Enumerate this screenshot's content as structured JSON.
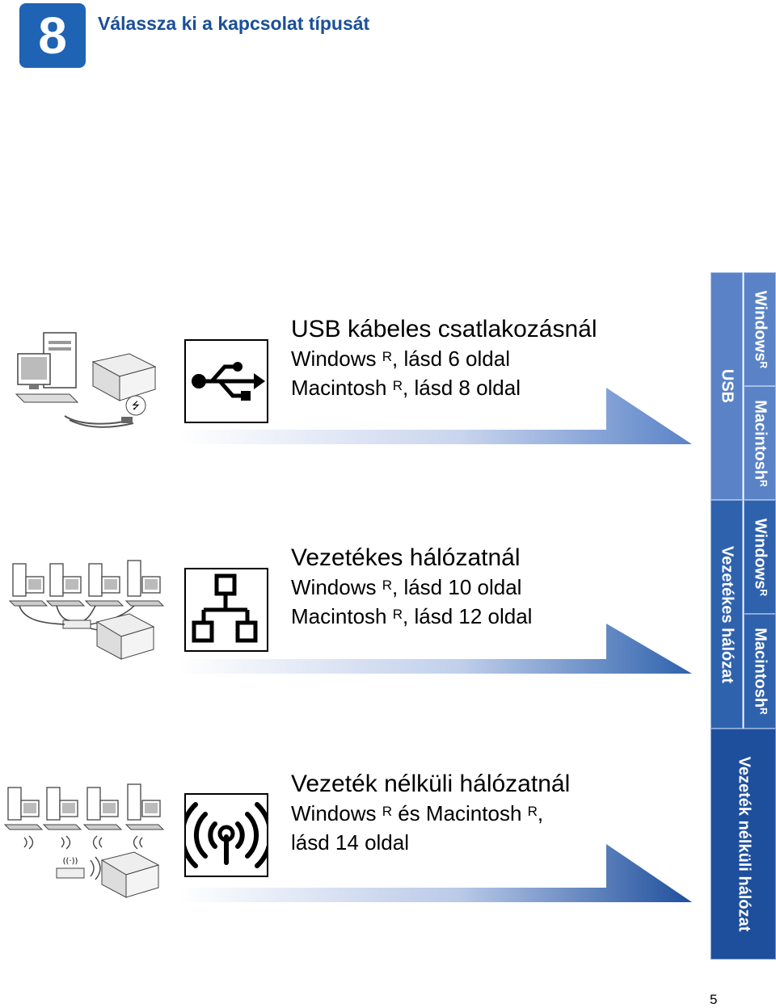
{
  "header": {
    "step_number": "8",
    "title": "Válassza ki a kapcsolat típusát"
  },
  "sections": {
    "usb": {
      "title": "USB kábeles csatlakozásnál",
      "line1_os": "Windows",
      "line1_rest": ", lásd 6 oldal",
      "line2_os": "Macintosh",
      "line2_rest": ", lásd 8 oldal",
      "icon": "usb-icon"
    },
    "wired": {
      "title": "Vezetékes hálózatnál",
      "line1_os": "Windows",
      "line1_rest": ", lásd 10 oldal",
      "line2_os": "Macintosh",
      "line2_rest": ", lásd 12 oldal",
      "icon": "network-icon"
    },
    "wireless": {
      "title": "Vezeték nélküli hálózatnál",
      "line1_os": "Windows",
      "line1_mid": " és Macintosh",
      "line1_rest": ",",
      "line2": "lásd 14 oldal",
      "icon": "wireless-icon"
    }
  },
  "registered_mark": "R",
  "side_tabs": {
    "usb": "USB",
    "usb_windows": "Windows",
    "usb_macintosh": "Macintosh",
    "wired": "Vezetékes hálózat",
    "wired_windows": "Windows",
    "wired_macintosh": "Macintosh",
    "wireless": "Vezeték nélküli hálózat"
  },
  "page_number": "5",
  "colors": {
    "accent": "#1f63b4",
    "heading": "#1a4f98",
    "tab_usb": "#5a83c7",
    "tab_wired": "#2f62ad",
    "tab_wireless": "#1e4f9c"
  }
}
